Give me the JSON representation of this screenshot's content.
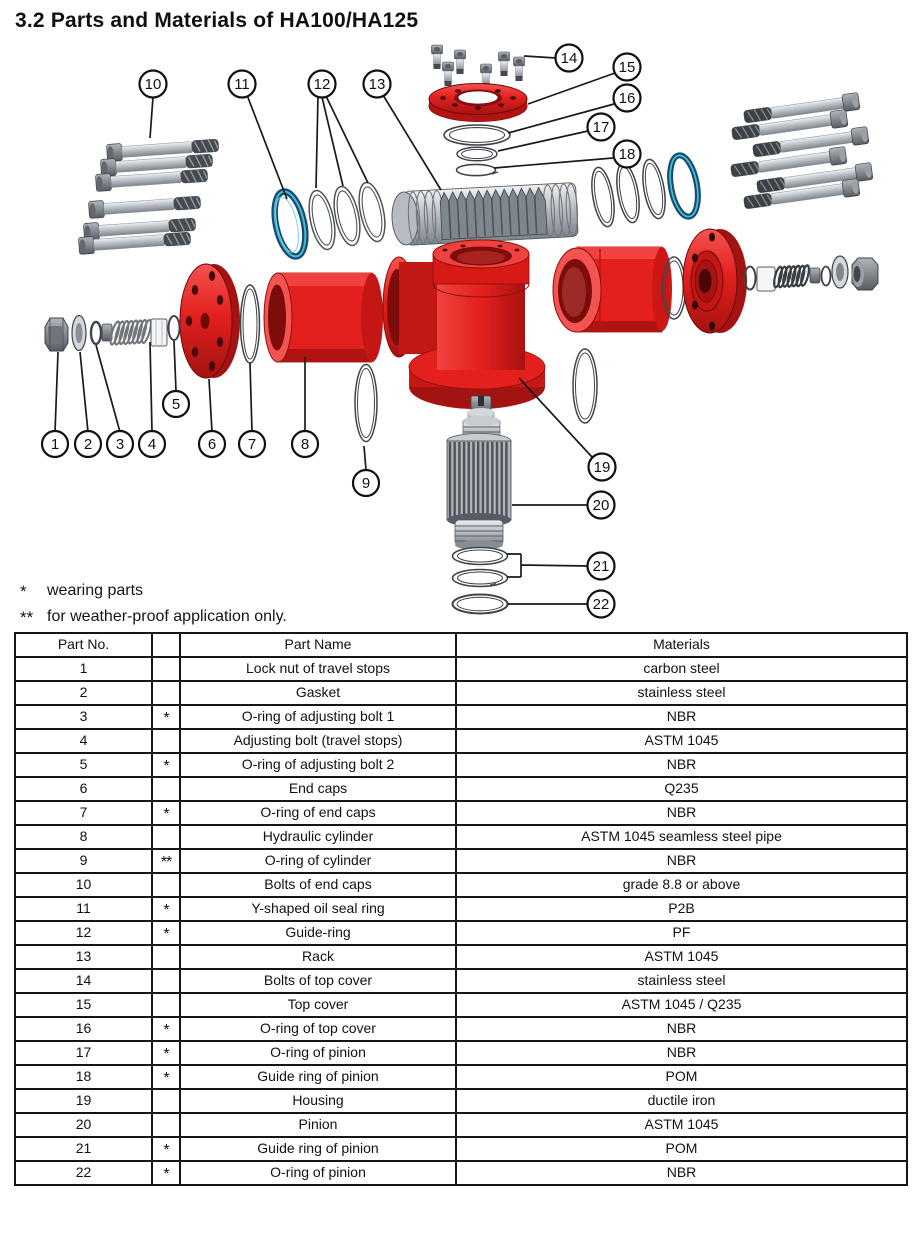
{
  "page_title": "3.2 Parts and Materials of HA100/HA125",
  "notes": [
    {
      "symbol": "*",
      "text": "wearing parts"
    },
    {
      "symbol": "**",
      "text": "for weather-proof application only."
    }
  ],
  "diagram": {
    "description": "exploded view of HA100/HA125 hydraulic actuator",
    "callouts": [
      "1",
      "2",
      "3",
      "4",
      "5",
      "6",
      "7",
      "8",
      "9",
      "10",
      "11",
      "12",
      "13",
      "14",
      "15",
      "16",
      "17",
      "18",
      "19",
      "20",
      "21",
      "22"
    ],
    "colors": {
      "part_red": "#e3201e",
      "part_red_dark": "#a31311",
      "metal_gray": "#c7ccd1",
      "metal_dark": "#4d5358",
      "seal_blue": "#15518d",
      "seal_teal": "#4cbdb8",
      "line_black": "#1a1a1a"
    }
  },
  "table": {
    "header": {
      "part_no": "Part No.",
      "mark": "",
      "part_name": "Part Name",
      "materials": "Materials"
    },
    "rows": [
      {
        "no": "1",
        "mark": "",
        "name": "Lock nut of travel stops",
        "material": "carbon steel"
      },
      {
        "no": "2",
        "mark": "",
        "name": "Gasket",
        "material": "stainless steel"
      },
      {
        "no": "3",
        "mark": "*",
        "name": "O-ring of adjusting bolt 1",
        "material": "NBR"
      },
      {
        "no": "4",
        "mark": "",
        "name": "Adjusting bolt (travel stops)",
        "material": "ASTM 1045"
      },
      {
        "no": "5",
        "mark": "*",
        "name": "O-ring of adjusting bolt 2",
        "material": "NBR"
      },
      {
        "no": "6",
        "mark": "",
        "name": "End caps",
        "material": "Q235"
      },
      {
        "no": "7",
        "mark": "*",
        "name": "O-ring of end caps",
        "material": "NBR"
      },
      {
        "no": "8",
        "mark": "",
        "name": "Hydraulic cylinder",
        "material": "ASTM 1045 seamless steel pipe"
      },
      {
        "no": "9",
        "mark": "**",
        "name": "O-ring of cylinder",
        "material": "NBR"
      },
      {
        "no": "10",
        "mark": "",
        "name": "Bolts of end caps",
        "material": "grade 8.8 or above"
      },
      {
        "no": "11",
        "mark": "*",
        "name": "Y-shaped oil seal ring",
        "material": "P2B"
      },
      {
        "no": "12",
        "mark": "*",
        "name": "Guide-ring",
        "material": "PF"
      },
      {
        "no": "13",
        "mark": "",
        "name": "Rack",
        "material": "ASTM 1045"
      },
      {
        "no": "14",
        "mark": "",
        "name": "Bolts of top cover",
        "material": "stainless steel"
      },
      {
        "no": "15",
        "mark": "",
        "name": "Top cover",
        "material": "ASTM 1045 / Q235"
      },
      {
        "no": "16",
        "mark": "*",
        "name": "O-ring of top cover",
        "material": "NBR"
      },
      {
        "no": "17",
        "mark": "*",
        "name": "O-ring of pinion",
        "material": "NBR"
      },
      {
        "no": "18",
        "mark": "*",
        "name": "Guide ring of pinion",
        "material": "POM"
      },
      {
        "no": "19",
        "mark": "",
        "name": "Housing",
        "material": "ductile iron"
      },
      {
        "no": "20",
        "mark": "",
        "name": "Pinion",
        "material": "ASTM 1045"
      },
      {
        "no": "21",
        "mark": "*",
        "name": "Guide ring of pinion",
        "material": "POM"
      },
      {
        "no": "22",
        "mark": "*",
        "name": "O-ring of pinion",
        "material": "NBR"
      }
    ]
  }
}
